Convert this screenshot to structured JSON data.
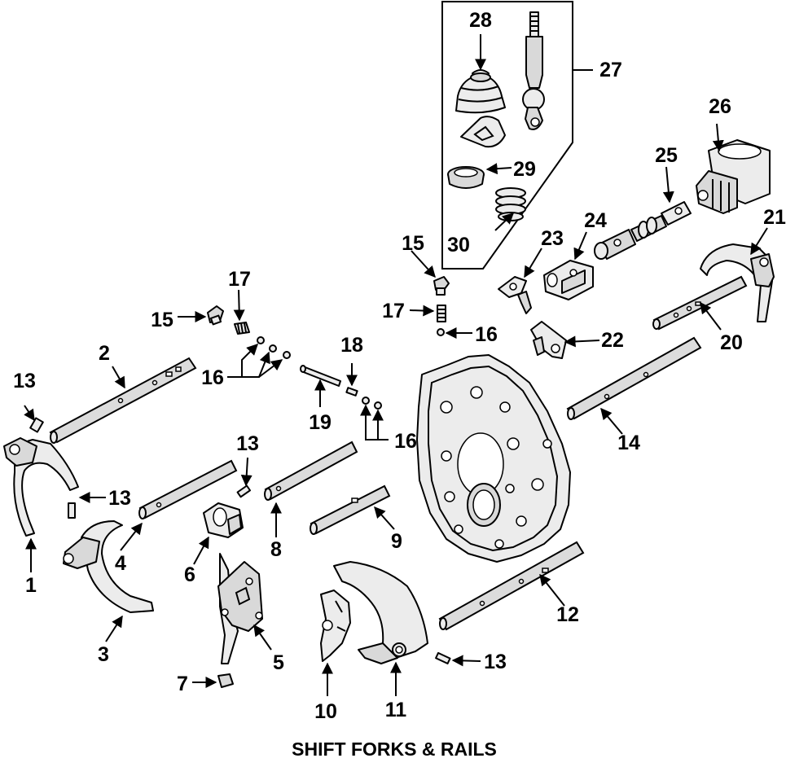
{
  "caption": "SHIFT FORKS & RAILS",
  "callouts": {
    "c1": "1",
    "c2": "2",
    "c3": "3",
    "c4": "4",
    "c5": "5",
    "c6": "6",
    "c7": "7",
    "c8": "8",
    "c9": "9",
    "c10": "10",
    "c11": "11",
    "c12": "12",
    "c13a": "13",
    "c13b": "13",
    "c13c": "13",
    "c13d": "13",
    "c14": "14",
    "c15a": "15",
    "c15b": "15",
    "c16a": "16",
    "c16b": "16",
    "c16c": "16",
    "c17a": "17",
    "c17b": "17",
    "c18": "18",
    "c19": "19",
    "c20": "20",
    "c21": "21",
    "c22": "22",
    "c23": "23",
    "c24": "24",
    "c25": "25",
    "c26": "26",
    "c27": "27",
    "c28": "28",
    "c29": "29",
    "c30": "30"
  }
}
